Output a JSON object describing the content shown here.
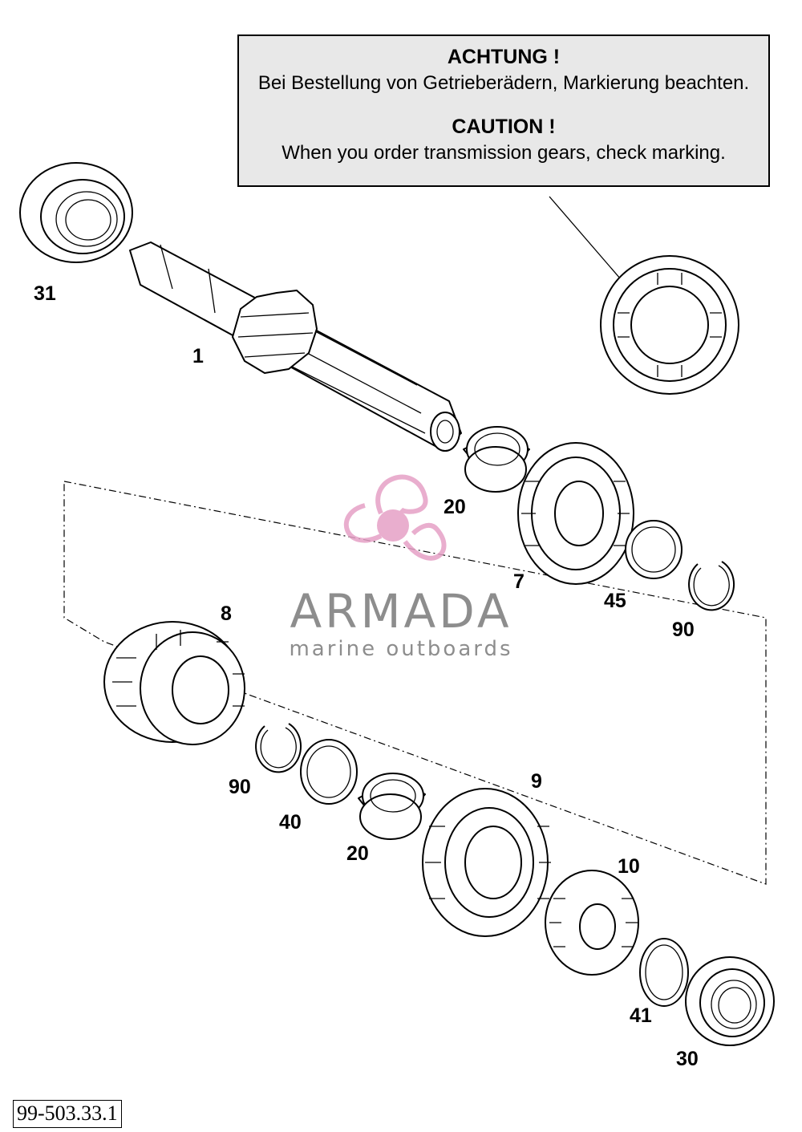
{
  "notice": {
    "heading_de": "ACHTUNG !",
    "text_de": "Bei Bestellung von Getrieberädern, Markierung beachten.",
    "heading_en": "CAUTION !",
    "text_en": "When you order transmission gears, check marking."
  },
  "callouts": [
    {
      "id": "31"
    },
    {
      "id": "1"
    },
    {
      "id": "20"
    },
    {
      "id": "7"
    },
    {
      "id": "45"
    },
    {
      "id": "90"
    },
    {
      "id": "8"
    },
    {
      "id": "90"
    },
    {
      "id": "40"
    },
    {
      "id": "20"
    },
    {
      "id": "9"
    },
    {
      "id": "10"
    },
    {
      "id": "41"
    },
    {
      "id": "30"
    }
  ],
  "watermark": {
    "name": "ARMADA",
    "tagline": "marine outboards",
    "logo_color": "#e6a1c6"
  },
  "drawing_number": "99-503.33.1"
}
